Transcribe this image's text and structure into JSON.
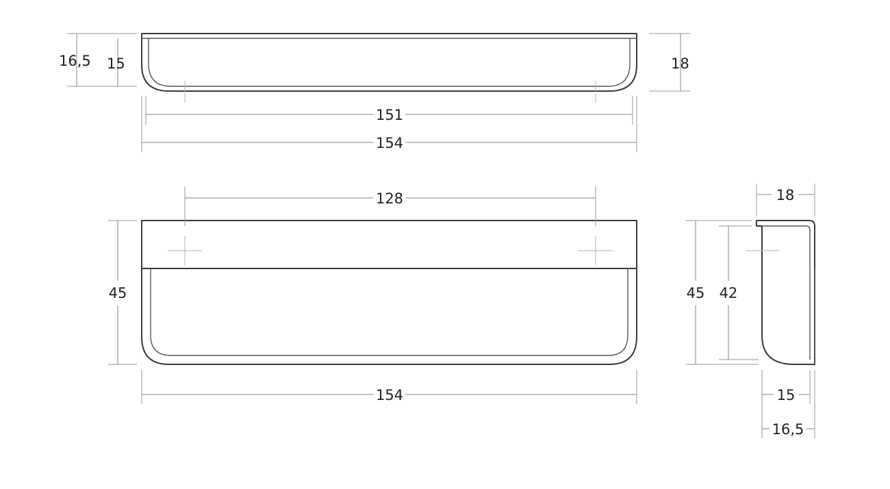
{
  "top_view": {
    "dimensions": {
      "total_height": "16,5",
      "inner_height": "15",
      "right_height": "18",
      "inner_width": "151",
      "total_width": "154"
    }
  },
  "front_view": {
    "dimensions": {
      "hole_spacing": "128",
      "height": "45",
      "width": "154"
    }
  },
  "side_view": {
    "dimensions": {
      "top_depth": "18",
      "total_height": "45",
      "inner_height": "42",
      "inner_depth": "15",
      "total_depth": "16,5"
    }
  }
}
